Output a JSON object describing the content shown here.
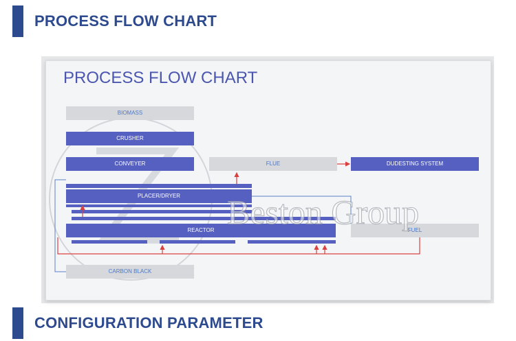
{
  "sections": {
    "top_title": "PROCESS FLOW CHART",
    "bottom_title": "CONFIGURATION PARAMETER"
  },
  "diagram": {
    "title": "PROCESS FLOW CHART",
    "watermark": "Beston Group",
    "nodes": {
      "biomass": "BIOMASS",
      "crusher": "CRUSHER",
      "conveyer": "CONVEYER",
      "flue": "FLUE",
      "dudesting": "DUDESTING SYSTEM",
      "placer": "PLACER/DRYER",
      "reactor": "REACTOR",
      "fuel": "FUEL",
      "carbon_black": "CARBON BLACK"
    },
    "colors": {
      "accent": "#2e4a8e",
      "process_box": "#5660c0",
      "grey_box": "#d7d8db",
      "arrow_red": "#d94040",
      "line_blue": "#5a7fc8"
    }
  }
}
